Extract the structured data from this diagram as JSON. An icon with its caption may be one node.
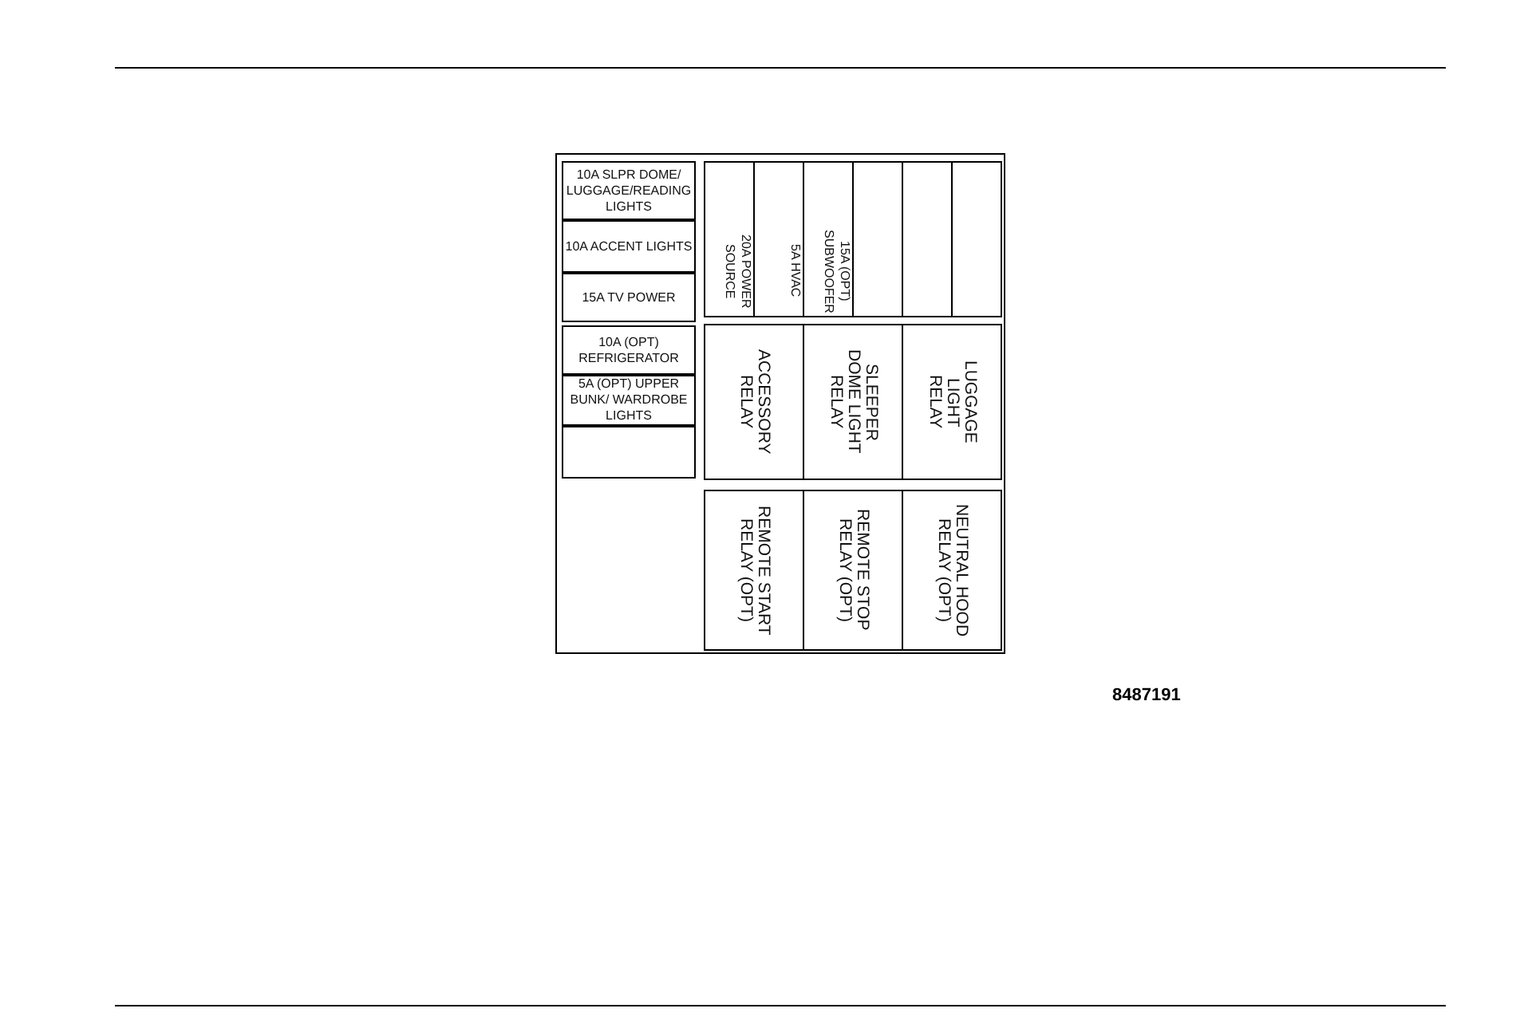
{
  "diagram": {
    "nodes": [
      {
        "text": [],
        "shape": "box"
      },
      {
        "text": [
          "10A SLPR DOME/ LUGGAGE/READING LIGHTS"
        ],
        "in": 0
      },
      {
        "text": [
          "10A ACCENT LIGHTS"
        ],
        "in": 0
      },
      {
        "text": [
          "15A TV POWER"
        ],
        "in": 0
      },
      {
        "text": [
          "10A (OPT) REFRIGERATOR"
        ],
        "in": 0
      },
      {
        "text": [
          "5A (OPT) UPPER BUNK/ WARDROBE LIGHTS"
        ],
        "in": 0
      },
      {
        "text": [],
        "shape": "box",
        "in": 0
      },
      {
        "text": [
          "20A POWER SOURCE"
        ],
        "in": 0
      },
      {
        "text": [
          "5A HVAC"
        ],
        "in": 0
      },
      {
        "text": [
          "15A (OPT) SUBWOOFER"
        ],
        "in": 0
      },
      {
        "text": [],
        "shape": "box",
        "in": 0
      },
      {
        "text": [],
        "shape": "box",
        "in": 0
      },
      {
        "text": [],
        "shape": "box",
        "in": 0
      },
      {
        "text": [
          "ACCESSORY RELAY"
        ],
        "in": 0
      },
      {
        "text": [
          "SLEEPER DOME LIGHT RELAY"
        ],
        "in": 0
      },
      {
        "text": [
          "LUGGAGE LIGHT RELAY"
        ],
        "in": 0
      },
      {
        "text": [
          "REMOTE START RELAY (OPT)"
        ],
        "in": 0
      },
      {
        "text": [
          "REMOTE STOP RELAY (OPT)"
        ],
        "in": 0
      },
      {
        "text": [
          "NEUTRAL HOOD RELAY (OPT)"
        ],
        "in": 0
      }
    ],
    "edges": [],
    "labels": [
      "8487191"
    ]
  }
}
